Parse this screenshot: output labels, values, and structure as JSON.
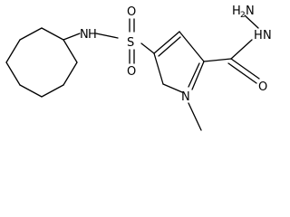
{
  "molecule": {
    "atoms": {
      "nh_amide": "N",
      "h_amide": "H",
      "s": "S",
      "o_top": "O",
      "o_bottom": "O",
      "n_pyrrole": "N",
      "o_carbonyl": "O",
      "n_hydrazide": "N",
      "h_hydrazide": "H",
      "h2n_h": "H",
      "h2n_sub": "2",
      "h2n_n": "N"
    }
  }
}
